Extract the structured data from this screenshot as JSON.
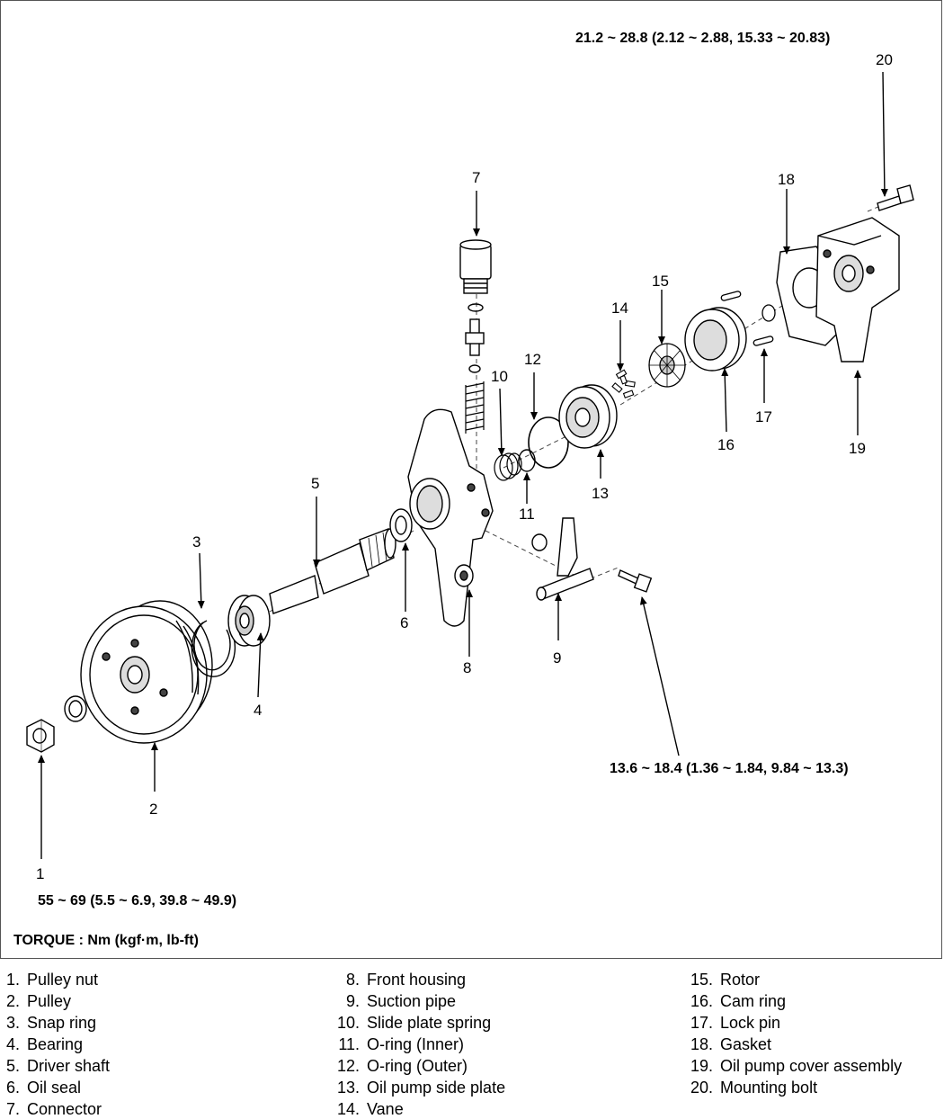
{
  "torque": {
    "bolt20": "21.2 ~ 28.8 (2.12 ~ 2.88, 15.33 ~ 20.83)",
    "bolt_mount": "13.6 ~ 18.4 (1.36 ~ 1.84, 9.84 ~ 13.3)",
    "nut1": "55 ~ 69 (5.5 ~ 6.9, 39.8 ~ 49.9)",
    "unit": "TORQUE : Nm (kgf·m, lb-ft)"
  },
  "callouts": [
    "1",
    "2",
    "3",
    "4",
    "5",
    "6",
    "7",
    "8",
    "9",
    "10",
    "11",
    "12",
    "13",
    "14",
    "15",
    "16",
    "17",
    "18",
    "19",
    "20"
  ],
  "legend": {
    "col1": [
      {
        "n": "1.",
        "t": "Pulley nut"
      },
      {
        "n": "2.",
        "t": "Pulley"
      },
      {
        "n": "3.",
        "t": "Snap ring"
      },
      {
        "n": "4.",
        "t": "Bearing"
      },
      {
        "n": "5.",
        "t": "Driver shaft"
      },
      {
        "n": "6.",
        "t": "Oil seal"
      },
      {
        "n": "7.",
        "t": "Connector"
      }
    ],
    "col2": [
      {
        "n": "8.",
        "t": "Front housing"
      },
      {
        "n": "9.",
        "t": "Suction pipe"
      },
      {
        "n": "10.",
        "t": "Slide plate spring"
      },
      {
        "n": "11.",
        "t": "O-ring (Inner)"
      },
      {
        "n": "12.",
        "t": "O-ring (Outer)"
      },
      {
        "n": "13.",
        "t": "Oil pump side plate"
      },
      {
        "n": "14.",
        "t": "Vane"
      }
    ],
    "col3": [
      {
        "n": "15.",
        "t": "Rotor"
      },
      {
        "n": "16.",
        "t": "Cam ring"
      },
      {
        "n": "17.",
        "t": "Lock pin"
      },
      {
        "n": "18.",
        "t": "Gasket"
      },
      {
        "n": "19.",
        "t": "Oil pump cover assembly"
      },
      {
        "n": "20.",
        "t": "Mounting bolt"
      }
    ]
  }
}
